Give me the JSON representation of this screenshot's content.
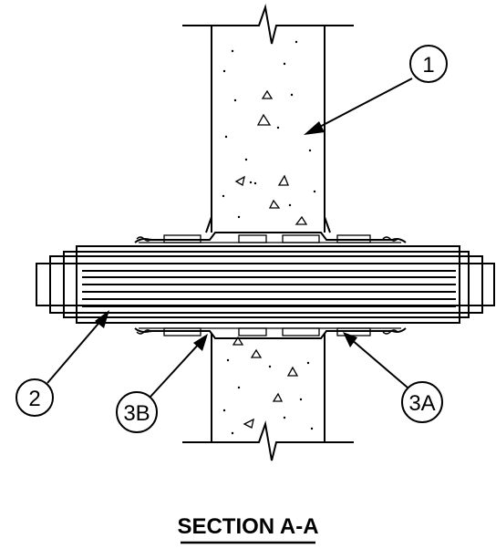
{
  "title": "SECTION A-A",
  "callouts": {
    "c1": "1",
    "c2": "2",
    "c3a": "3A",
    "c3b": "3B"
  }
}
